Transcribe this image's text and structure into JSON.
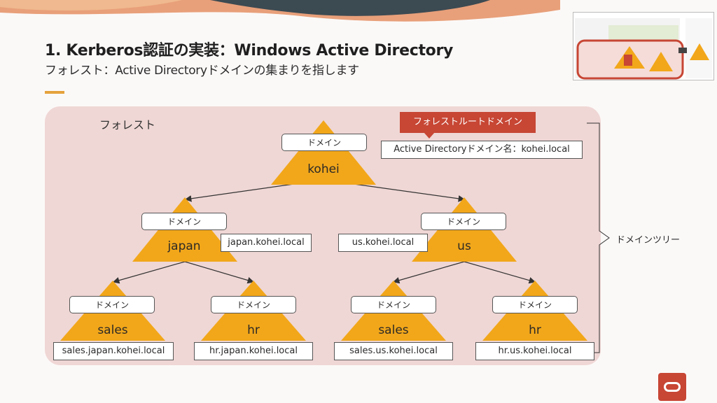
{
  "slide": {
    "title": "1. Kerberos認証の実装：Windows Active Directory",
    "subtitle": "フォレスト：Active Directoryドメインの集まりを指します"
  },
  "diagram": {
    "forest_label": "フォレスト",
    "root_badge": "フォレストルートドメイン",
    "root_fqdn": "Active Directoryドメイン名：kohei.local",
    "tree_label": "ドメインツリー",
    "domain_word": "ドメイン",
    "nodes": {
      "kohei": {
        "name": "kohei"
      },
      "japan": {
        "name": "japan",
        "fqdn": "japan.kohei.local"
      },
      "us": {
        "name": "us",
        "fqdn": "us.kohei.local"
      },
      "japan_sales": {
        "name": "sales",
        "fqdn": "sales.japan.kohei.local"
      },
      "japan_hr": {
        "name": "hr",
        "fqdn": "hr.japan.kohei.local"
      },
      "us_sales": {
        "name": "sales",
        "fqdn": "sales.us.kohei.local"
      },
      "us_hr": {
        "name": "hr",
        "fqdn": "hr.us.kohei.local"
      }
    }
  },
  "colors": {
    "accent": "#e5a23c",
    "triangle": "#f2a71a",
    "panel": "#efd7d5",
    "badge": "#c74634",
    "oracle_red": "#c74634"
  },
  "icons": [
    "oracle-logo-icon"
  ]
}
